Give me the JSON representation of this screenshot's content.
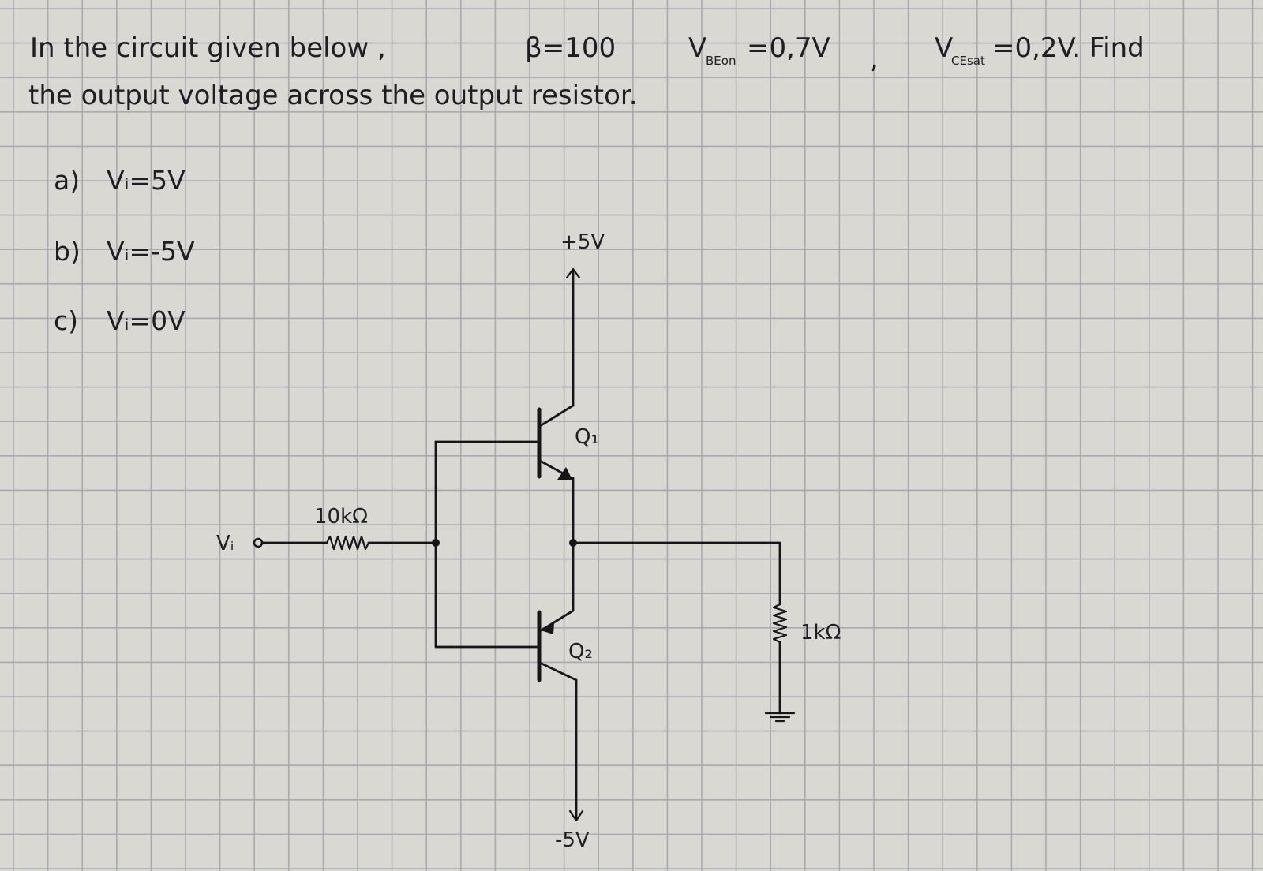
{
  "question": {
    "line1_prefix": "In the circuit given below ,",
    "beta": "β=100",
    "vbe_symbol": "V",
    "vbe_sub": "BEon",
    "vbe_value": "=0,7V",
    "vce_symbol": "V",
    "vce_sub": "CEsat",
    "vce_value": "=0,2V. Find",
    "line2": "the output voltage across the output resistor."
  },
  "parts": [
    {
      "label": "a)",
      "text": "Vᵢ=5V"
    },
    {
      "label": "b)",
      "text": "Vᵢ=-5V"
    },
    {
      "label": "c)",
      "text": "Vᵢ=0V"
    }
  ],
  "circuit": {
    "input_label": "Vᵢ",
    "input_resistor": "10kΩ",
    "output_resistor": "1kΩ",
    "supply_positive": "+5V",
    "supply_negative": "-5V",
    "transistor_top": "Q₁",
    "transistor_bottom": "Q₂"
  },
  "colors": {
    "paper": "#d9d8d2",
    "grid": "#a9aab0",
    "ink": "#1e1e24"
  }
}
